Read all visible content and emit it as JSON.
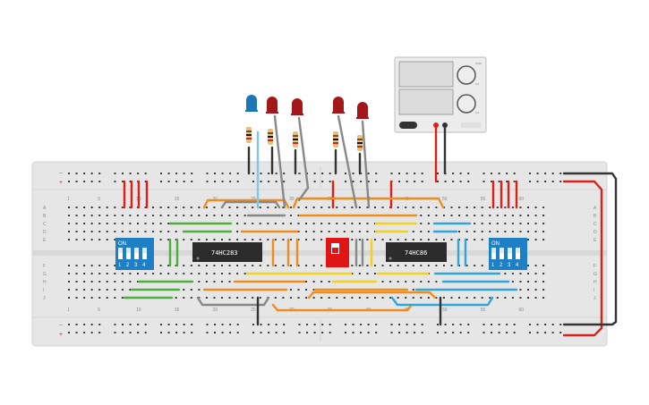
{
  "breadboard": {
    "col_numbers_top": [
      "1",
      "5",
      "10",
      "15",
      "20",
      "25",
      "30",
      "35",
      "40",
      "45",
      "50",
      "55",
      "60"
    ],
    "col_numbers_bottom": [
      "1",
      "5",
      "10",
      "15",
      "20",
      "25",
      "30",
      "35",
      "40",
      "45",
      "50",
      "55",
      "60"
    ],
    "row_letters_top": [
      "A",
      "B",
      "C",
      "D",
      "E"
    ],
    "row_letters_bottom": [
      "F",
      "G",
      "H",
      "I",
      "J"
    ],
    "rail_plus": "+",
    "rail_minus": "−"
  },
  "chips": {
    "adder_label": "74HC283",
    "xor_label": "74HC86"
  },
  "dip_switches": {
    "left_on": "ON",
    "left_numbers": [
      "1",
      "2",
      "3",
      "4"
    ],
    "right_on": "ON",
    "right_numbers": [
      "1",
      "2",
      "3",
      "4"
    ]
  },
  "leds": {
    "colors": [
      "blue",
      "red",
      "red",
      "red",
      "red"
    ]
  },
  "power_supply": {
    "label_small_1": "COM",
    "label_small_2": "CV",
    "label_small_3": "CC"
  },
  "colors": {
    "board": "#e6e6e6",
    "chip": "#2c2c2c",
    "dip": "#1e7fc4",
    "red_wire": "#d9211b",
    "orange_wire": "#f08c1c",
    "green_wire": "#4caf3c",
    "yellow_wire": "#f2d21b",
    "blue_wire": "#2ea6d9",
    "grey_wire": "#888888",
    "black_wire": "#333333"
  }
}
